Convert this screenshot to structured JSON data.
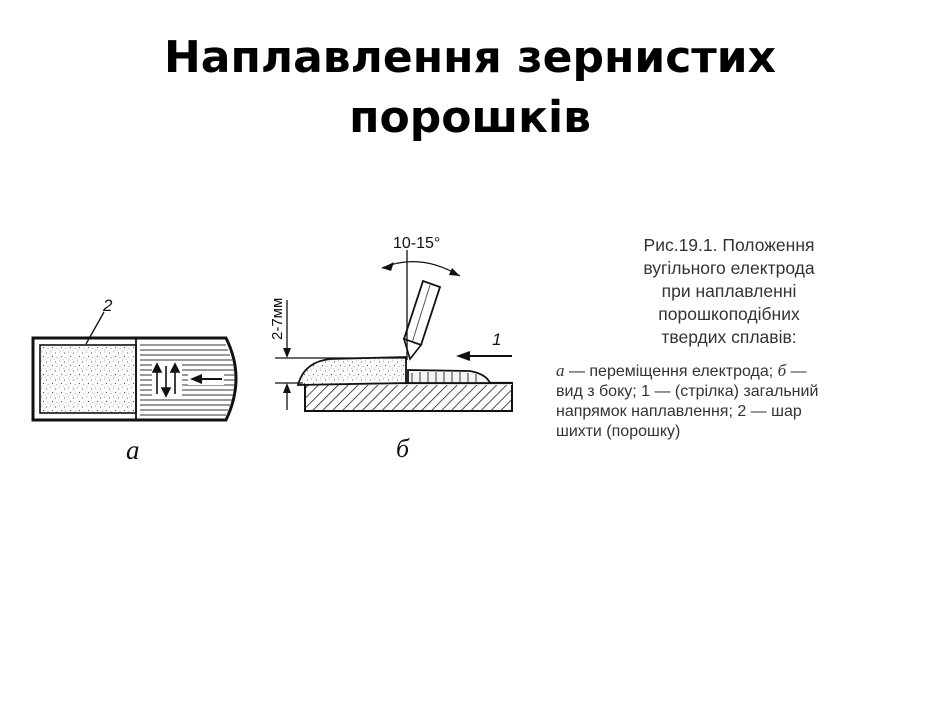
{
  "slide": {
    "title_line1": "Наплавлення зернистих",
    "title_line2": "порошків"
  },
  "figure": {
    "view_a": {
      "letter": "а",
      "callout": "2"
    },
    "view_b": {
      "letter": "б",
      "angle_label": "10-15°",
      "gap_label": "2-7мм",
      "arrow_label": "1"
    }
  },
  "caption": {
    "title_lines": [
      "Рис.19.1. Положення",
      "вугільного електрода",
      "при наплавленні",
      "порошкоподібних",
      "твердих сплавів:"
    ],
    "body": {
      "sym_a": "а",
      "line1_text": " — переміщення електрода; ",
      "sym_b": "б",
      "line1_tail": " —",
      "line2": "вид з боку; 1 — (стрілка) загальний",
      "line3": "напрямок наплавлення; 2 — шар",
      "line4": "шихти (порошку)"
    }
  }
}
